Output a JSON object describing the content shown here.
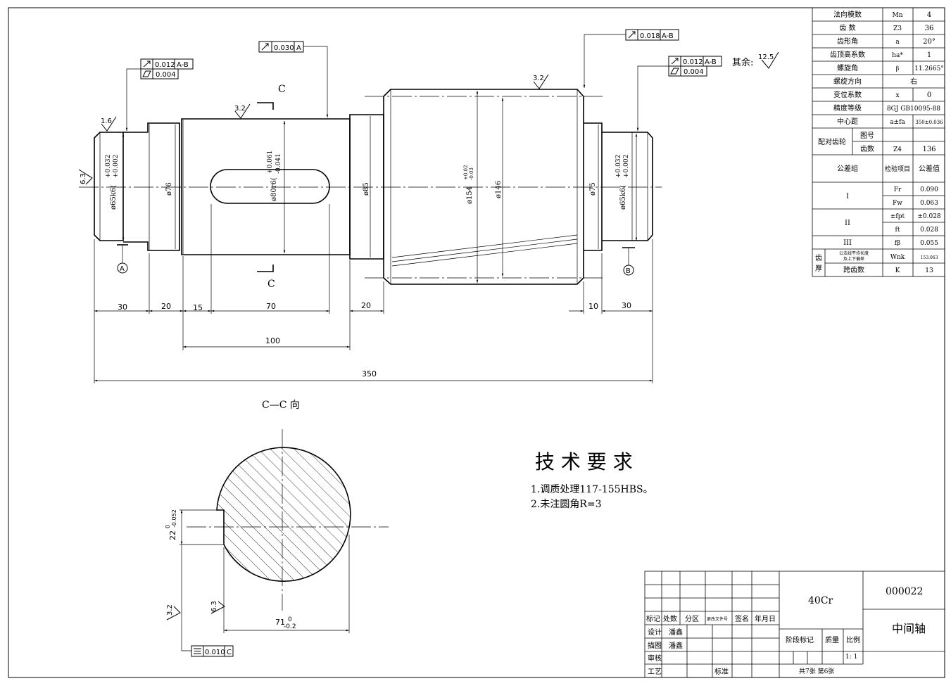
{
  "dimensions": {
    "d_left_journal": "ø65k6(+0.032/+0.002)",
    "d_left_journal_main": "ø65k6(",
    "d_left_journal_upper": "+0.032",
    "d_left_journal_lower": "+0.002",
    "d_76": "ø76",
    "d_80": "ø80r6(",
    "d_80_upper": "+0.061",
    "d_80_lower": "-0.041",
    "d_85": "ø85",
    "d_154": "ø154",
    "d_154_upper": "+0.02",
    "d_154_lower": "-0.03",
    "d_146": "ø146",
    "d_75": "ø75",
    "d_right_journal_main": "ø65k6(",
    "d_right_journal_upper": "+0.032",
    "d_right_journal_lower": "+0.002",
    "len_30_left": "30",
    "len_20_a": "20",
    "len_15": "15",
    "len_70": "70",
    "len_20_b": "20",
    "len_10": "10",
    "len_30_right": "30",
    "len_100": "100",
    "len_350": "350",
    "key_width": "22",
    "key_width_tol_upper": "0",
    "key_width_tol_lower": "-0.052",
    "key_depth": "71",
    "key_depth_tol_upper": "0",
    "key_depth_tol_lower": "-0.2"
  },
  "tolerances": {
    "left_runout": "0.012",
    "left_runout_ref": "A-B",
    "left_cyl": "0.004",
    "mid_runout": "0.030",
    "mid_runout_ref": "A",
    "gear_runout": "0.018",
    "gear_runout_ref": "A-B",
    "right_runout": "0.012",
    "right_runout_ref": "A-B",
    "right_cyl": "0.004",
    "key_sym": "0.010",
    "key_sym_ref": "C"
  },
  "roughness": {
    "r1": "1.6",
    "r2": "6.3",
    "r3": "3.2",
    "r4": "3.2",
    "general_label": "其余:",
    "general": "12.5",
    "sec_r1": "3.2",
    "sec_r2": "6.3"
  },
  "datums": {
    "a": "A",
    "b": "B"
  },
  "section": {
    "mark": "C",
    "title": "C—C 向"
  },
  "tech": {
    "title": "技 术 要 求",
    "item1": "1.调质处理117-155HBS。",
    "item2": "2.未注圆角R=3"
  },
  "gear_table": {
    "rows": [
      [
        "法向模数",
        "Mn",
        "4"
      ],
      [
        "齿  数",
        "Z3",
        "36"
      ],
      [
        "齿形角",
        "a",
        "20°"
      ],
      [
        "齿顶高系数",
        "ha*",
        "1"
      ],
      [
        "螺旋角",
        "β",
        "11.2665°"
      ],
      [
        "螺旋方向",
        "",
        "右"
      ],
      [
        "变位系数",
        "x",
        "0"
      ],
      [
        "精度等级",
        "",
        "8GJ GB10095-88"
      ],
      [
        "中心距",
        "a±fa",
        "350±0.036"
      ]
    ],
    "mate_label": "配对齿轮",
    "mate_drawing_no": "图号",
    "mate_teeth": "齿数",
    "mate_teeth_sym": "Z4",
    "mate_teeth_val": "136",
    "tol_group": "公差组",
    "check_item": "检验项目",
    "tol_value": "公差值",
    "group_I": "I",
    "group_II": "II",
    "group_III": "III",
    "fr_sym": "Fr",
    "fr_val": "0.090",
    "fw_sym": "Fw",
    "fw_val": "0.063",
    "fpt_sym": "±fpt",
    "fpt_val": "±0.028",
    "ft_sym": "ft",
    "ft_val": "0.028",
    "fb_sym": "fβ",
    "fb_val": "0.055",
    "thickness_label_1": "齿",
    "thickness_label_2": "厚",
    "wnk_desc_1": "公法线平均长度",
    "wnk_desc_2": "及上下偏差",
    "wnk_sym": "Wnk",
    "wnk_val": "153.063",
    "span_label": "跨齿数",
    "span_sym": "K",
    "span_val": "13"
  },
  "title_block": {
    "material": "40Cr",
    "drawing_no": "000022",
    "part_name": "中间轴",
    "h_mark": "标记",
    "h_count": "处数",
    "h_zone": "分区",
    "h_doc": "更改文件号",
    "h_sign": "签名",
    "h_date": "年月日",
    "design": "设计",
    "designer": "潘鑫",
    "draw": "描图",
    "drawer": "潘鑫",
    "review": "审核",
    "process": "工艺",
    "standard": "标准",
    "stage": "阶段标记",
    "mass": "质量",
    "scale_label": "比例",
    "scale": "1: 1",
    "sheets": "共7张  第6张"
  }
}
